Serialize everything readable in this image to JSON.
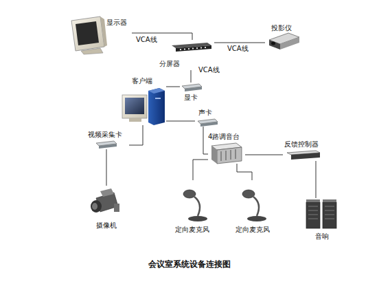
{
  "diagram": {
    "caption": "会议室系统设备连接图",
    "nodes": [
      {
        "text": [
          "显示器"
        ]
      },
      {
        "text": [
          "投影仪"
        ]
      },
      {
        "text": [
          "分屏器"
        ]
      },
      {
        "text": [
          "客户端"
        ]
      },
      {
        "text": [
          "显卡"
        ]
      },
      {
        "text": [
          "声卡"
        ]
      },
      {
        "text": [
          "视频采集卡"
        ]
      },
      {
        "text": [
          "4路调音台"
        ]
      },
      {
        "text": [
          "反馈控制器"
        ]
      },
      {
        "text": [
          "摄像机"
        ]
      },
      {
        "text": [
          "定向麦克风"
        ]
      },
      {
        "text": [
          "定向麦克风"
        ]
      },
      {
        "text": [
          "音响"
        ]
      }
    ],
    "edges": [
      {
        "from": 0,
        "to": 2,
        "label": "VCA线",
        "arrow": "none"
      },
      {
        "from": 2,
        "to": 1,
        "label": "VCA线",
        "arrow": "none"
      },
      {
        "from": 2,
        "to": 4,
        "label": "VCA线",
        "arrow": "none"
      },
      {
        "from": 4,
        "to": 3,
        "arrow": "none"
      },
      {
        "from": 3,
        "to": 5,
        "arrow": "none"
      },
      {
        "from": 3,
        "to": 6,
        "arrow": "none"
      },
      {
        "from": 6,
        "to": 9,
        "arrow": "none"
      },
      {
        "from": 5,
        "to": 7,
        "arrow": "none"
      },
      {
        "from": 7,
        "to": 10,
        "arrow": "none"
      },
      {
        "from": 7,
        "to": 11,
        "arrow": "none"
      },
      {
        "from": 7,
        "to": 8,
        "arrow": "none"
      },
      {
        "from": 8,
        "to": 12,
        "arrow": "none"
      }
    ]
  }
}
